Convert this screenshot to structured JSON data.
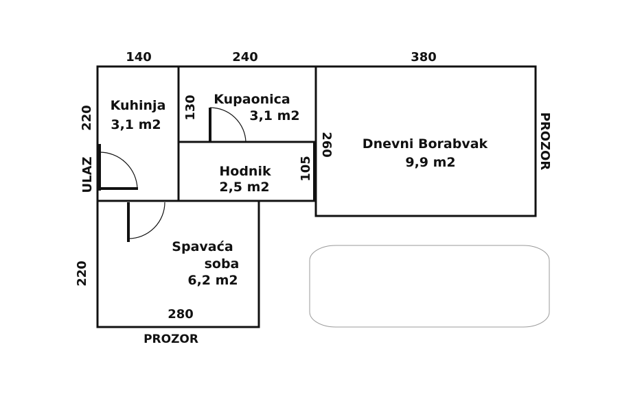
{
  "rooms": {
    "kuhinja": {
      "name": "Kuhinja",
      "area": "3,1 m2"
    },
    "kupaonica": {
      "name": "Kupaonica",
      "area": "3,1 m2"
    },
    "hodnik": {
      "name": "Hodnik",
      "area": "2,5 m2"
    },
    "dnevni": {
      "name": "Dnevni Borabvak",
      "area": "9,9 m2"
    },
    "spavaca": {
      "name1": "Spavaća",
      "name2": "soba",
      "area": "6,2 m2"
    }
  },
  "dimensions": {
    "top_kuhinja": "140",
    "top_kupaonica": "240",
    "top_dnevni": "380",
    "left_kuhinja": "220",
    "kupaonica_height": "130",
    "hodnik_height": "105",
    "dnevni_height": "260",
    "left_spavaca": "220",
    "bottom_spavaca": "280"
  },
  "labels": {
    "entrance": "ULAZ",
    "window_right": "PROZOR",
    "window_bottom": "PROZOR"
  }
}
